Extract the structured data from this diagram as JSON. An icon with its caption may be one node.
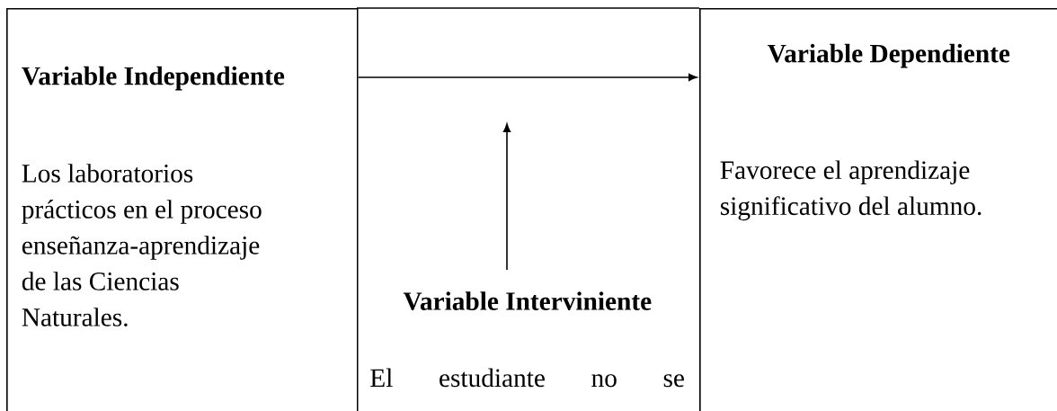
{
  "diagram": {
    "nodes": [
      {
        "text": [
          "Variable Independiente",
          "Los laboratorios prácticos en el proceso enseñanza-aprendizaje de las Ciencias Naturales."
        ]
      },
      {
        "text": [
          "Variable Interviniente",
          "El estudiante no se"
        ]
      },
      {
        "text": [
          "Variable Dependiente",
          "Favorece el aprendizaje significativo del alumno."
        ]
      }
    ],
    "edges": [
      {
        "from": 0,
        "to": 2,
        "arrow": "to"
      },
      {
        "from": 1,
        "to": null,
        "arrow": "to"
      }
    ]
  }
}
